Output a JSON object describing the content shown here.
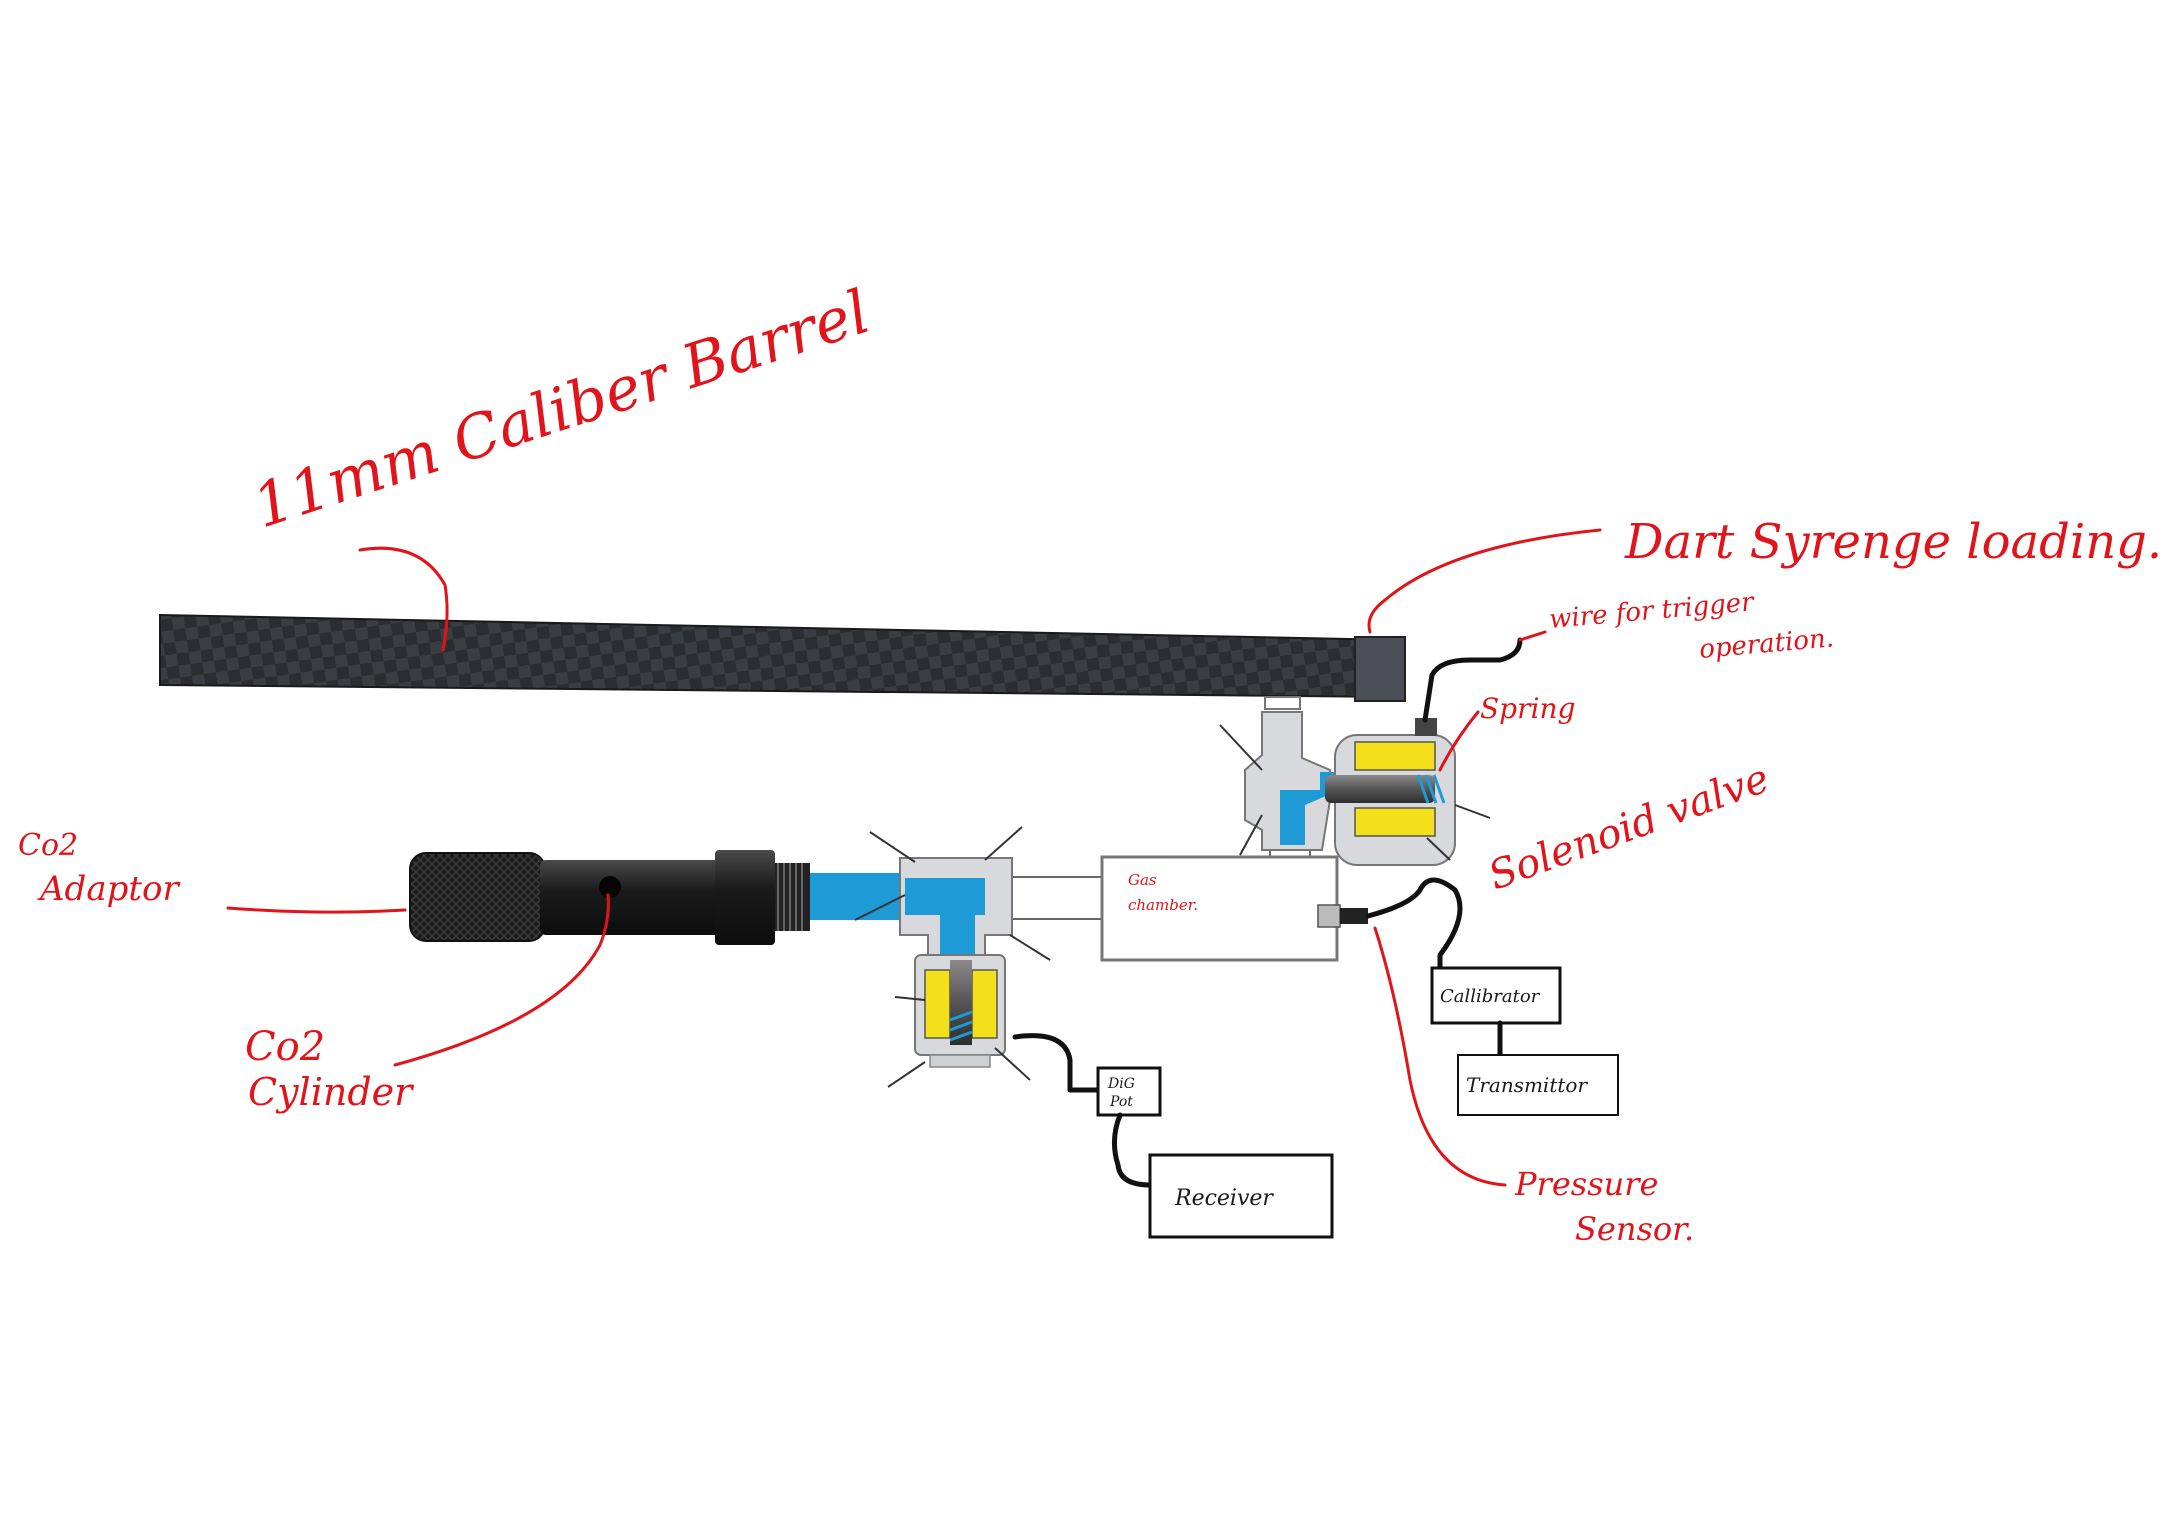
{
  "labels": {
    "barrel": "11mm Caliber Barrel",
    "dart_loading": "Dart Syrenge loading.",
    "wire_trigger_line1": "wire for trigger",
    "wire_trigger_line2": "operation.",
    "spring": "Spring",
    "solenoid_valve": "Solenoid valve",
    "co2_adaptor_line1": "Co2",
    "co2_adaptor_line2": "Adaptor",
    "co2_cylinder_line1": "Co2",
    "co2_cylinder_line2": "Cylinder",
    "gas_chamber_line1": "Gas",
    "gas_chamber_line2": "chamber.",
    "pressure_sensor_line1": "Pressure",
    "pressure_sensor_line2": "Sensor.",
    "calibrator": "Callibrator",
    "transmitter": "Transmittor",
    "digipot_line1": "DiG",
    "digipot_line2": "Pot",
    "receiver": "Receiver"
  },
  "colors": {
    "annotation_ink": "#e0141a",
    "gas_flow": "#1e9ad6",
    "coil": "#f4e01a",
    "barrel": "#2b2d31",
    "valve_body": "#d7d9dc"
  }
}
